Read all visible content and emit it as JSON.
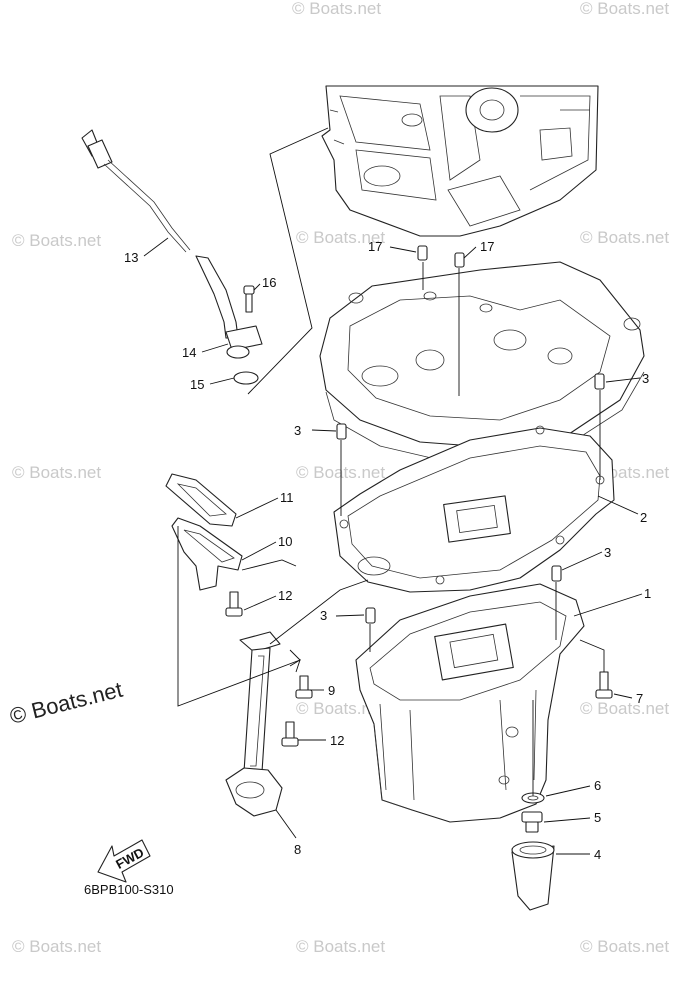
{
  "watermarks": [
    {
      "text": "© Boats.net"
    },
    {
      "text": "© Boats.net"
    },
    {
      "text": "© Boats.net"
    },
    {
      "text": "© Boats.net"
    },
    {
      "text": "© Boats.net"
    },
    {
      "text": "© Boats.net"
    },
    {
      "text": "© Boats.net"
    },
    {
      "text": "© Boats.net"
    },
    {
      "text": "© Boats.net"
    },
    {
      "text": "© Boats.net"
    },
    {
      "text": "© Boats.net"
    },
    {
      "text": "© Boats.net"
    },
    {
      "text": "© Boats.net"
    }
  ],
  "watermark_main": "© Boats.net",
  "callouts": {
    "c1": "1",
    "c2": "2",
    "c3a": "3",
    "c3b": "3",
    "c3c": "3",
    "c3d": "3",
    "c4": "4",
    "c5": "5",
    "c6": "6",
    "c7": "7",
    "c8": "8",
    "c9": "9",
    "c10": "10",
    "c11": "11",
    "c12a": "12",
    "c12b": "12",
    "c13": "13",
    "c14": "14",
    "c15": "15",
    "c16": "16",
    "c17a": "17",
    "c17b": "17"
  },
  "fwd_label": "FWD",
  "diagram_code": "6BPB100-S310"
}
